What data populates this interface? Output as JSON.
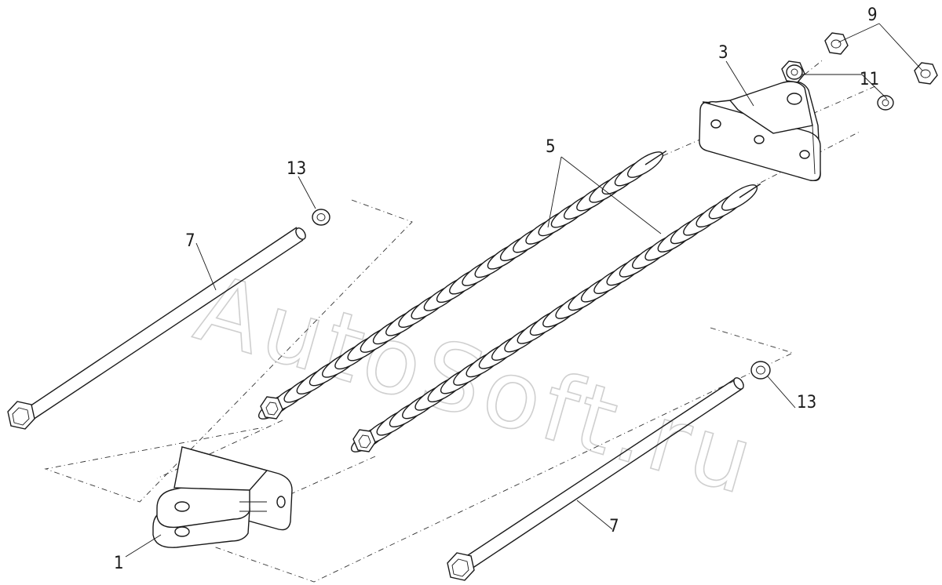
{
  "callouts": {
    "part1": "1",
    "part3": "3",
    "part5": "5",
    "part7_left": "7",
    "part7_right": "7",
    "part9": "9",
    "part11": "11",
    "part13_left": "13",
    "part13_right": "13"
  },
  "watermark": "AutoSoft.ru",
  "colors": {
    "ink": "#1a1a1a",
    "watermark": "#cfcfcf",
    "background": "#ffffff"
  }
}
